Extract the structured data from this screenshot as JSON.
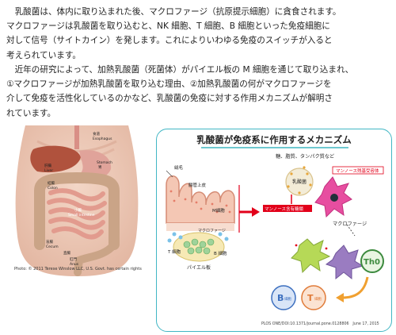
{
  "article": {
    "paragraph1": [
      "　乳酸菌は、体内に取り込まれた後、マクロファージ（抗原提示細胞）に貪食されます。",
      "マクロファージは乳酸菌を取り込むと、NK 細胞、T 細胞、B 細胞といった免疫細胞に",
      "対して信号（サイトカイン）を発します。これによりいわゆる免疫のスイッチが入ると",
      "考えられています。"
    ],
    "paragraph2": [
      "　近年の研究によって、加熱乳酸菌（死菌体）がパイエル板の M 細胞を通じて取り込まれ、",
      "①マクロファージが加熱乳酸菌を取り込む理由、②加熱乳酸菌の何がマクロファージを",
      "介して免疫を活性化しているのかなど、乳酸菌の免疫に対する作用メカニズムが解明さ",
      "れています。"
    ]
  },
  "anatomy": {
    "labels": {
      "esophagus": "食道",
      "esophagus_en": "Esophagus",
      "liver": "肝臓",
      "liver_en": "Liver",
      "stomach": "Stomach",
      "stomach_jp": "胃",
      "colon": "結腸",
      "colon_en": "Colon",
      "small_intestine": "小腸",
      "small_intestine_en": "Small intestine",
      "cecum": "盲腸",
      "cecum_en": "Cecum",
      "rectum": "直腸",
      "anus": "肛門",
      "anus_en": "Anus"
    },
    "credit": "Photo: © 2011 Terese Winslow LLC, U.S. Govt. has certain rights"
  },
  "mechanism": {
    "title": "乳酸菌が免疫系に作用するメカニズム",
    "components_label": "糖、脂質、タンパク質など",
    "receptor_label": "マンノース残基受容体",
    "mannose_label": "マンノース含有糖鎖",
    "lactobacillus_label": "乳酸菌",
    "macrophage_label": "マクロファージ",
    "villus_label": "絨毛",
    "epithelium_label": "腸管上皮",
    "mcell_label": "M細胞",
    "tcell_label": "T 細胞",
    "bcell_label": "B 細胞",
    "peyer_label": "パイエル板",
    "macrophage_small_label": "マクロファージ",
    "th0_label": "Th0",
    "b_cell": "B",
    "b_cell_sub": "細胞",
    "t_cell": "T",
    "t_cell_sub": "細胞",
    "citation": "PLOS ONE/DOI:10.1371/journal.pone.0128806　June 17, 2015"
  },
  "colors": {
    "panel_border": "#41b6c4",
    "arrow_red": "#e2001a",
    "mannose_bar": "#e2001a",
    "macrophage": "#e74ea0",
    "th0": "#3c8a3e",
    "b_cell": "#3c6fbf",
    "t_cell": "#e07b39",
    "accent_arrow": "#f0a030"
  }
}
